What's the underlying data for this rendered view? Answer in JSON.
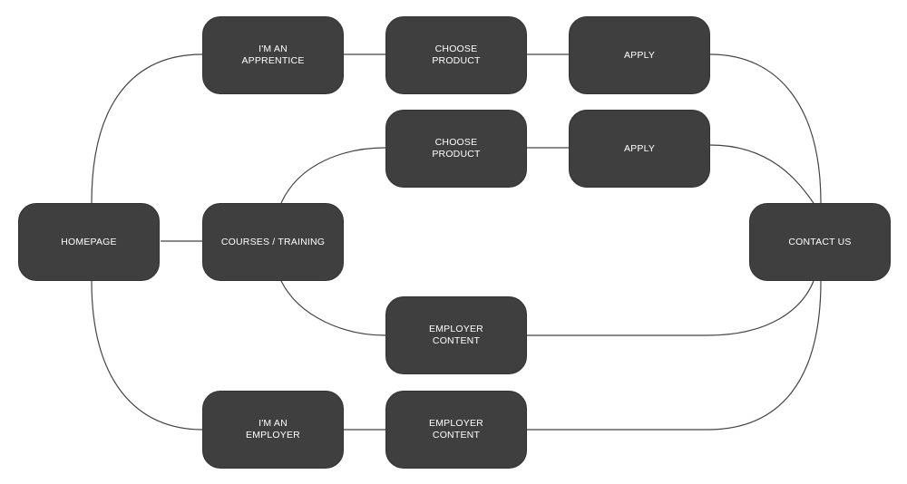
{
  "nodes": {
    "homepage": "HOMEPAGE",
    "apprentice": "I'M AN\nAPPRENTICE",
    "courses": "COURSES / TRAINING",
    "employer": "I'M AN\nEMPLOYER",
    "choose_product_1": "CHOOSE\nPRODUCT",
    "choose_product_2": "CHOOSE\nPRODUCT",
    "employer_content_1": "EMPLOYER\nCONTENT",
    "employer_content_2": "EMPLOYER\nCONTENT",
    "apply_1": "APPLY",
    "apply_2": "APPLY",
    "contact": "CONTACT US"
  },
  "colors": {
    "node_fill": "#3f3f3f",
    "node_text": "#ffffff",
    "connector": "#444444",
    "background": "#ffffff"
  }
}
